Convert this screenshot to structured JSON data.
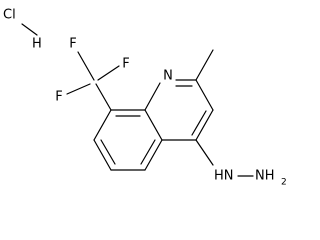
{
  "molecule": {
    "salt": {
      "cl": "Cl",
      "h": "H"
    },
    "labels": {
      "f_top": "F",
      "f_right": "F",
      "f_left": "F",
      "n_ring": "N",
      "hydrazine": "HN—NH"
    },
    "hydrazine_parts": {
      "hn": "HN",
      "nh2": "NH",
      "sub2": "2"
    }
  }
}
